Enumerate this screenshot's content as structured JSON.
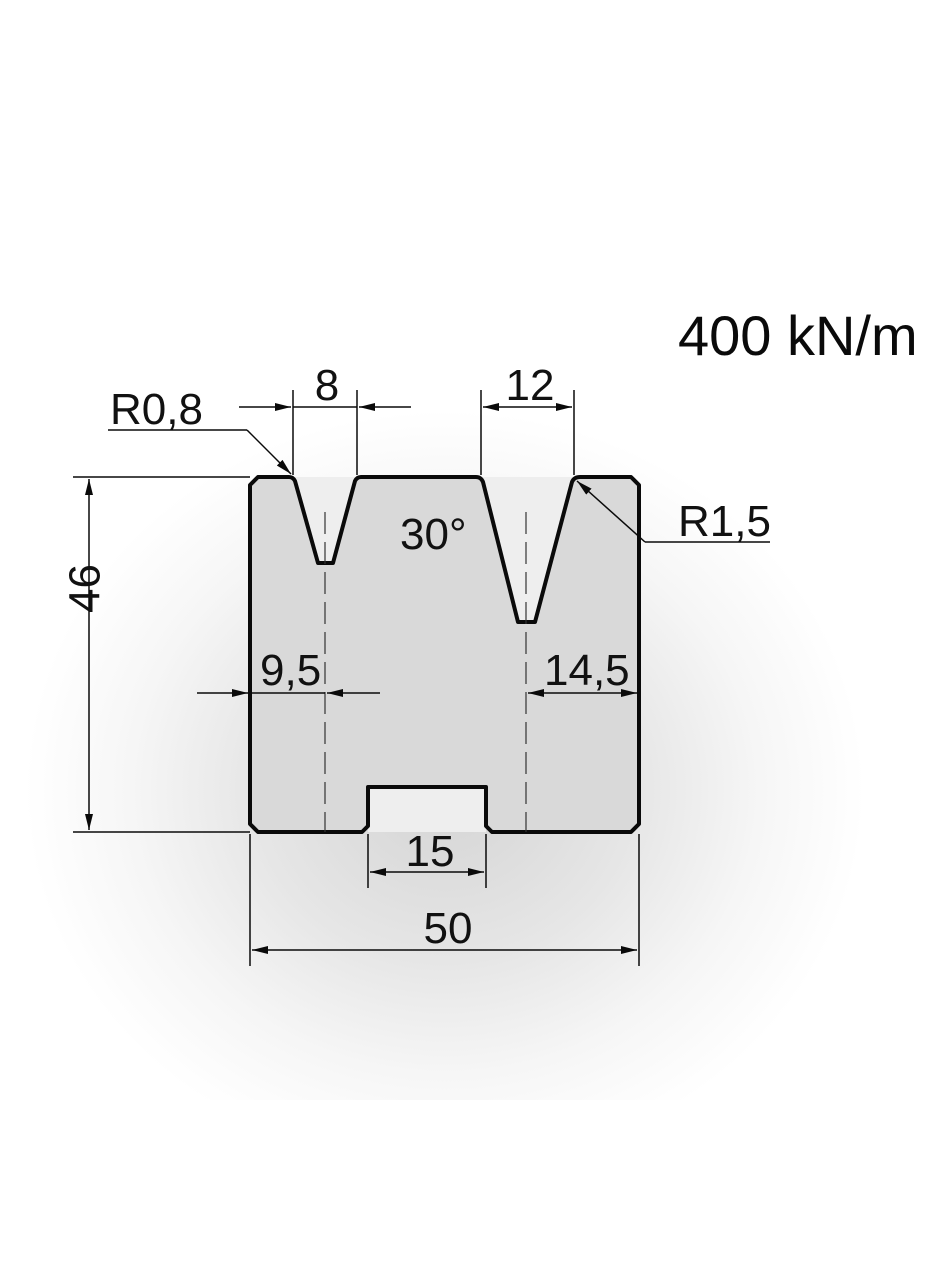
{
  "title": "400 kN/m",
  "load_rating": "400 kN/m",
  "colors": {
    "body_fill": "#d9d9d9",
    "groove_fill": "#eeeeee",
    "outline": "#0a0a0a",
    "text": "#111111"
  },
  "dimensions": {
    "height": "46",
    "width": "50",
    "slot_width": "15",
    "v1_opening": "8",
    "v2_opening": "12",
    "v1_offset": "9,5",
    "v2_offset": "14,5",
    "v_angle": "30°",
    "v1_radius": "R0,8",
    "v2_radius": "R1,5"
  }
}
